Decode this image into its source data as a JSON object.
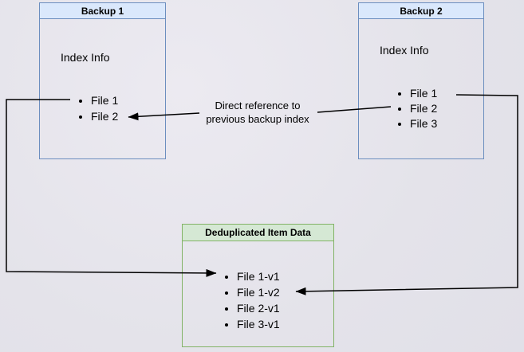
{
  "diagram": {
    "backup1": {
      "title": "Backup 1",
      "body_label": "Index Info",
      "items": [
        "File 1",
        "File 2"
      ]
    },
    "backup2": {
      "title": "Backup 2",
      "body_label": "Index Info",
      "items": [
        "File 1",
        "File 2",
        "File 3"
      ]
    },
    "dedup": {
      "title": "Deduplicated Item Data",
      "items": [
        "File 1-v1",
        "File 1-v2",
        "File 2-v1",
        "File 3-v1"
      ]
    },
    "annotation": {
      "line1": "Direct reference to",
      "line2": "previous backup index"
    },
    "colors": {
      "blue_header_fill": "#dae8fc",
      "blue_border": "#6c8ebf",
      "green_header_fill": "#d5e8d4",
      "green_border": "#82b366",
      "arrow": "#000000",
      "background": "#e5e4ea"
    }
  }
}
